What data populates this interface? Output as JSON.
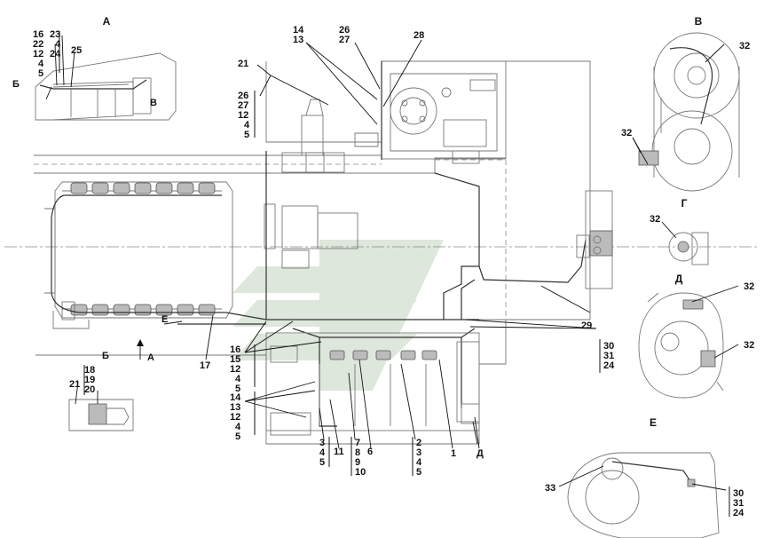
{
  "views": {
    "a": "А",
    "v": "В",
    "g": "Г",
    "d": "Д",
    "e": "Е"
  },
  "markers": {
    "b_top": "Б",
    "v_detail": "В",
    "e_main": "Е",
    "b_bottom": "Б",
    "a_arrow": "А",
    "d_main": "Д"
  },
  "callouts": {
    "a_left": [
      "16",
      "22",
      "12",
      "4",
      "5"
    ],
    "a_mid": [
      "23",
      "4",
      "24"
    ],
    "a_25": "25",
    "top_14_13": [
      "14",
      "13"
    ],
    "top_26_27": [
      "26",
      "27"
    ],
    "top_28": "28",
    "left_21": "21",
    "left_stack": [
      "26",
      "27",
      "12",
      "4",
      "5"
    ],
    "v_32": "32",
    "v_32b": "32",
    "g_32": "32",
    "d_32a": "32",
    "d_32b": "32",
    "e_33": "33",
    "e_stack": [
      "30",
      "31",
      "24"
    ],
    "main_29": "29",
    "main_right_stack": [
      "30",
      "31",
      "24"
    ],
    "main_17": "17",
    "stack_16_15": [
      "16",
      "15",
      "12",
      "4",
      "5"
    ],
    "stack_14_13": [
      "14",
      "13",
      "12",
      "4",
      "5"
    ],
    "stack_18": [
      "18",
      "19",
      "20"
    ],
    "label_21b": "21",
    "bottom_3": [
      "3",
      "4",
      "5"
    ],
    "bottom_11": "11",
    "bottom_7": [
      "7",
      "8",
      "9",
      "10"
    ],
    "bottom_6": "6",
    "bottom_2": [
      "2",
      "3",
      "4",
      "5"
    ],
    "bottom_1": "1"
  }
}
